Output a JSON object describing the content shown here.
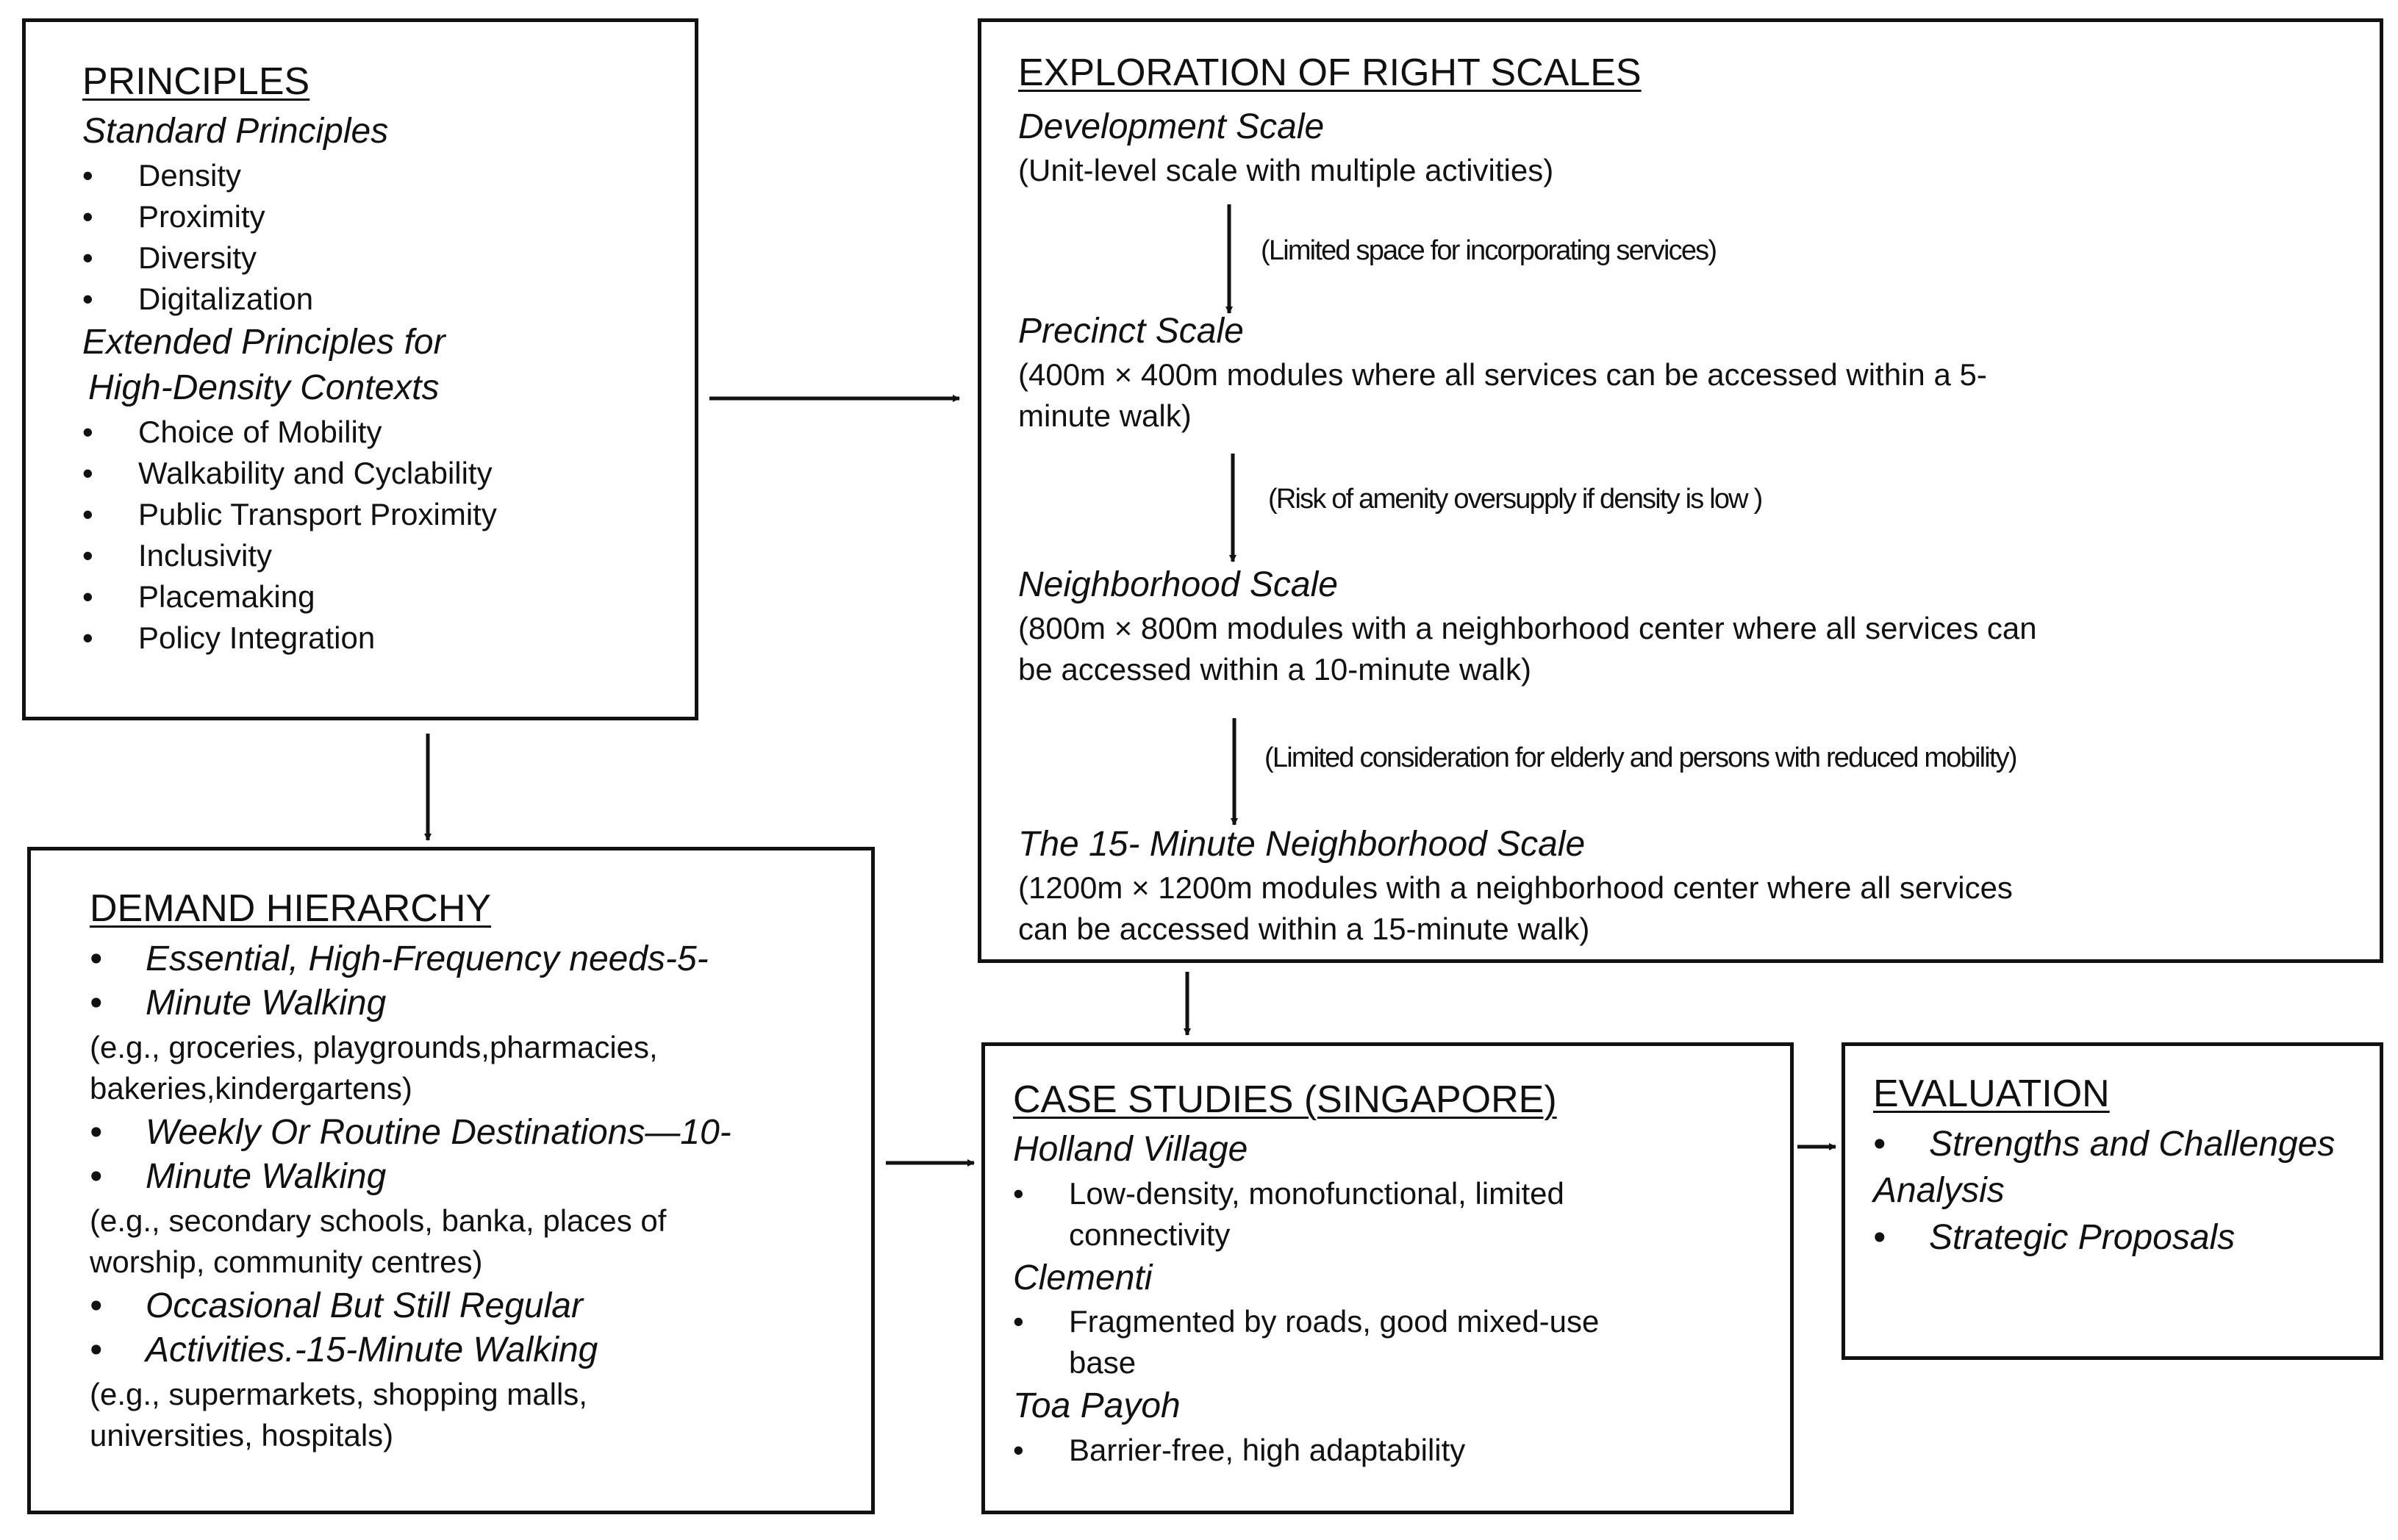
{
  "principles": {
    "title": "PRINCIPLES",
    "standard_heading": "Standard Principles",
    "standard_items": [
      "Density",
      "Proximity",
      "Diversity",
      "Digitalization"
    ],
    "extended_heading_line1": "Extended Principles for",
    "extended_heading_line2": "High-Density Contexts",
    "extended_items": [
      "Choice of Mobility",
      "Walkability and Cyclability",
      "Public Transport Proximity",
      "Inclusivity",
      "Placemaking",
      "Policy Integration"
    ]
  },
  "scales": {
    "title": "EXPLORATION OF RIGHT SCALES",
    "development": {
      "name": "Development Scale",
      "desc": "(Unit-level scale with multiple activities)"
    },
    "note1": "(Limited space for incorporating services)",
    "precinct": {
      "name": "Precinct Scale",
      "desc_line1": "(400m × 400m modules where all services can be accessed within a 5-",
      "desc_line2": "minute walk)"
    },
    "note2": "(Risk of amenity oversupply if density is low )",
    "neighborhood": {
      "name": "Neighborhood Scale",
      "desc_line1": "(800m × 800m modules with a neighborhood center where all services can",
      "desc_line2": "be accessed within a 10-minute walk)"
    },
    "note3": "(Limited consideration for elderly and persons with reduced mobility)",
    "fifteen": {
      "name": "The 15- Minute Neighborhood Scale",
      "desc_line1": "(1200m × 1200m modules with a neighborhood center where all services",
      "desc_line2": "can be accessed within a 15-minute walk)"
    }
  },
  "demand": {
    "title": "DEMAND HIERARCHY",
    "tiers": [
      {
        "line1": "Essential, High-Frequency needs-5-",
        "line2": "Minute Walking",
        "ex1": "(e.g.,  groceries, playgrounds,pharmacies,",
        "ex2": "bakeries,kindergartens)"
      },
      {
        "line1": "Weekly Or Routine Destinations—10-",
        "line2": "Minute Walking",
        "ex1": "(e.g., secondary schools, banka, places of",
        "ex2": "worship, community centres)"
      },
      {
        "line1": "Occasional But Still Regular",
        "line2": "Activities.-15-Minute Walking",
        "ex1": "(e.g., supermarkets, shopping malls,",
        "ex2": "universities, hospitals)"
      }
    ]
  },
  "cases": {
    "title": "CASE STUDIES (SINGAPORE)",
    "studies": [
      {
        "name": "Holland Village",
        "line1": "Low-density, monofunctional, limited",
        "line2": "connectivity"
      },
      {
        "name": "Clementi",
        "line1": "Fragmented by roads, good mixed-use",
        "line2": "base"
      },
      {
        "name": "Toa Payoh",
        "line1": "Barrier-free, high adaptability",
        "line2": ""
      }
    ]
  },
  "evaluation": {
    "title": "EVALUATION",
    "item1_line1": "Strengths and Challenges",
    "item1_line2": "Analysis",
    "item2": "Strategic Proposals"
  }
}
